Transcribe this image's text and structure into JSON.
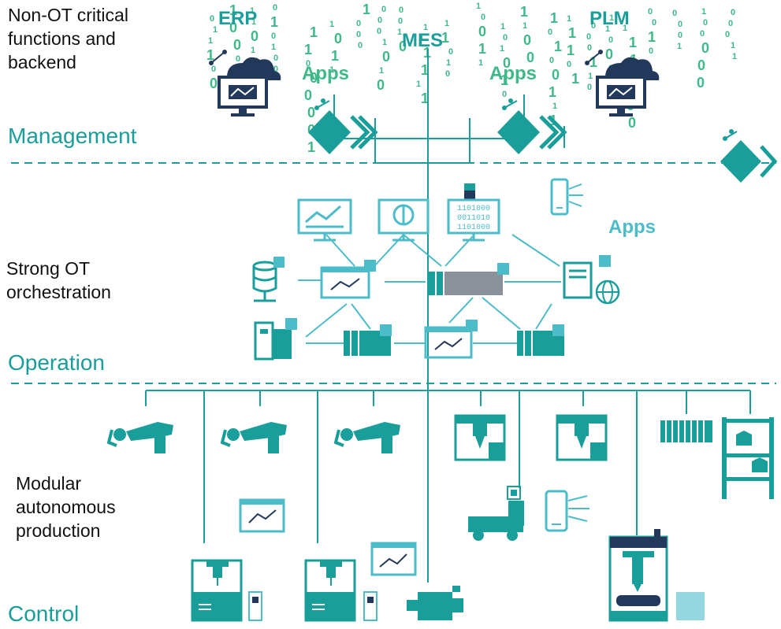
{
  "labels": {
    "non_ot": [
      "Non-OT critical",
      "functions and",
      "backend"
    ],
    "strong_ot": [
      "Strong OT",
      "orchestration"
    ],
    "modular": [
      "Modular",
      "autonomous",
      "production"
    ]
  },
  "layers": {
    "management": "Management",
    "operation": "Operation",
    "control": "Control"
  },
  "systems": {
    "erp": "ERP",
    "mes": "MES",
    "plm": "PLM",
    "apps_left": "Apps",
    "apps_right": "Apps",
    "apps_operation": "Apps"
  },
  "binary_chars": [
    "0",
    "1"
  ],
  "colors": {
    "teal": "#1a9e9a",
    "teal_dark": "#0e8a8a",
    "teal_light": "#4cbcc8",
    "gray": "#8b919a",
    "navy": "#23395b",
    "text": "#111111",
    "green_binary": "#3fb98a"
  }
}
